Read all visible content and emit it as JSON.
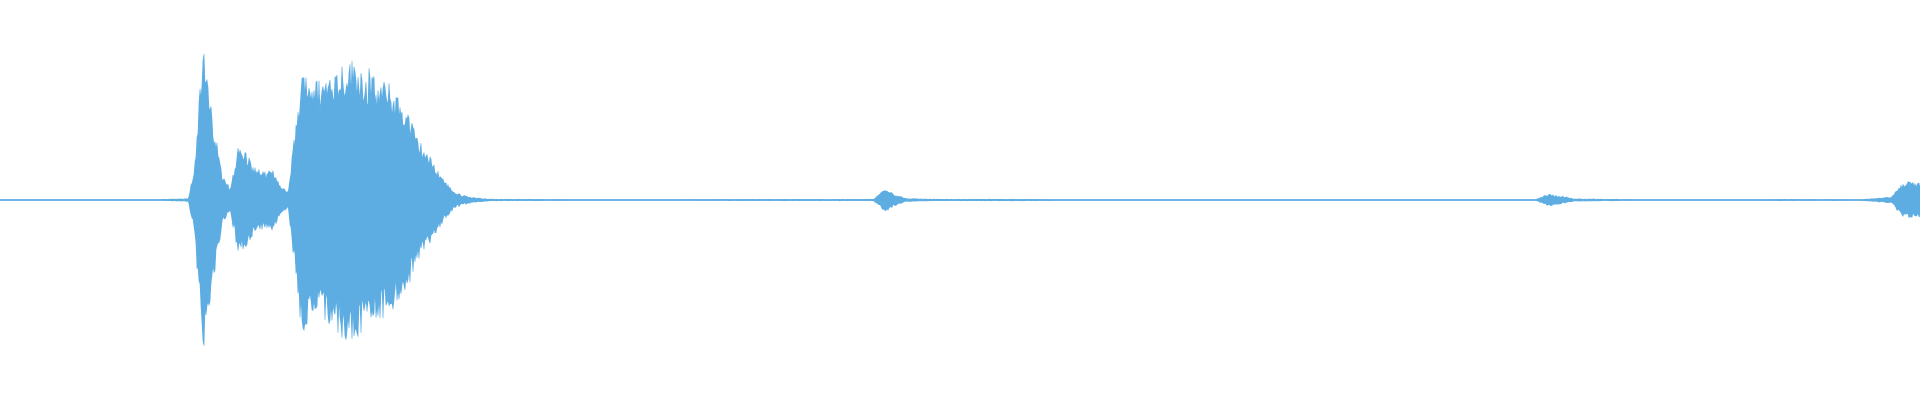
{
  "waveform": {
    "color": "#5dade2",
    "background": "#ffffff",
    "amplitude_scale": "linear",
    "envelope": [
      [
        0.0,
        0.004
      ],
      [
        0.02,
        0.004
      ],
      [
        0.04,
        0.004
      ],
      [
        0.06,
        0.004
      ],
      [
        0.084,
        0.004
      ],
      [
        0.098,
        0.01
      ],
      [
        0.101,
        0.2
      ],
      [
        0.104,
        0.7
      ],
      [
        0.106,
        1.0
      ],
      [
        0.108,
        0.8
      ],
      [
        0.11,
        0.6
      ],
      [
        0.112,
        0.45
      ],
      [
        0.116,
        0.15
      ],
      [
        0.12,
        0.08
      ],
      [
        0.124,
        0.35
      ],
      [
        0.128,
        0.32
      ],
      [
        0.132,
        0.22
      ],
      [
        0.138,
        0.18
      ],
      [
        0.142,
        0.2
      ],
      [
        0.146,
        0.1
      ],
      [
        0.15,
        0.05
      ],
      [
        0.154,
        0.5
      ],
      [
        0.158,
        0.87
      ],
      [
        0.165,
        0.78
      ],
      [
        0.172,
        0.83
      ],
      [
        0.178,
        0.9
      ],
      [
        0.185,
        0.92
      ],
      [
        0.19,
        0.85
      ],
      [
        0.196,
        0.77
      ],
      [
        0.202,
        0.77
      ],
      [
        0.207,
        0.68
      ],
      [
        0.212,
        0.6
      ],
      [
        0.217,
        0.42
      ],
      [
        0.222,
        0.32
      ],
      [
        0.227,
        0.22
      ],
      [
        0.232,
        0.12
      ],
      [
        0.237,
        0.05
      ],
      [
        0.245,
        0.02
      ],
      [
        0.255,
        0.006
      ],
      [
        0.3,
        0.004
      ],
      [
        0.35,
        0.004
      ],
      [
        0.4,
        0.005
      ],
      [
        0.455,
        0.005
      ],
      [
        0.461,
        0.08
      ],
      [
        0.466,
        0.04
      ],
      [
        0.472,
        0.01
      ],
      [
        0.49,
        0.005
      ],
      [
        0.53,
        0.006
      ],
      [
        0.55,
        0.004
      ],
      [
        0.6,
        0.003
      ],
      [
        0.65,
        0.004
      ],
      [
        0.7,
        0.003
      ],
      [
        0.75,
        0.004
      ],
      [
        0.8,
        0.004
      ],
      [
        0.806,
        0.04
      ],
      [
        0.812,
        0.03
      ],
      [
        0.82,
        0.008
      ],
      [
        0.85,
        0.004
      ],
      [
        0.9,
        0.003
      ],
      [
        0.93,
        0.005
      ],
      [
        0.97,
        0.004
      ],
      [
        0.985,
        0.02
      ],
      [
        0.99,
        0.1
      ],
      [
        0.994,
        0.12
      ],
      [
        1.0,
        0.11
      ]
    ]
  }
}
